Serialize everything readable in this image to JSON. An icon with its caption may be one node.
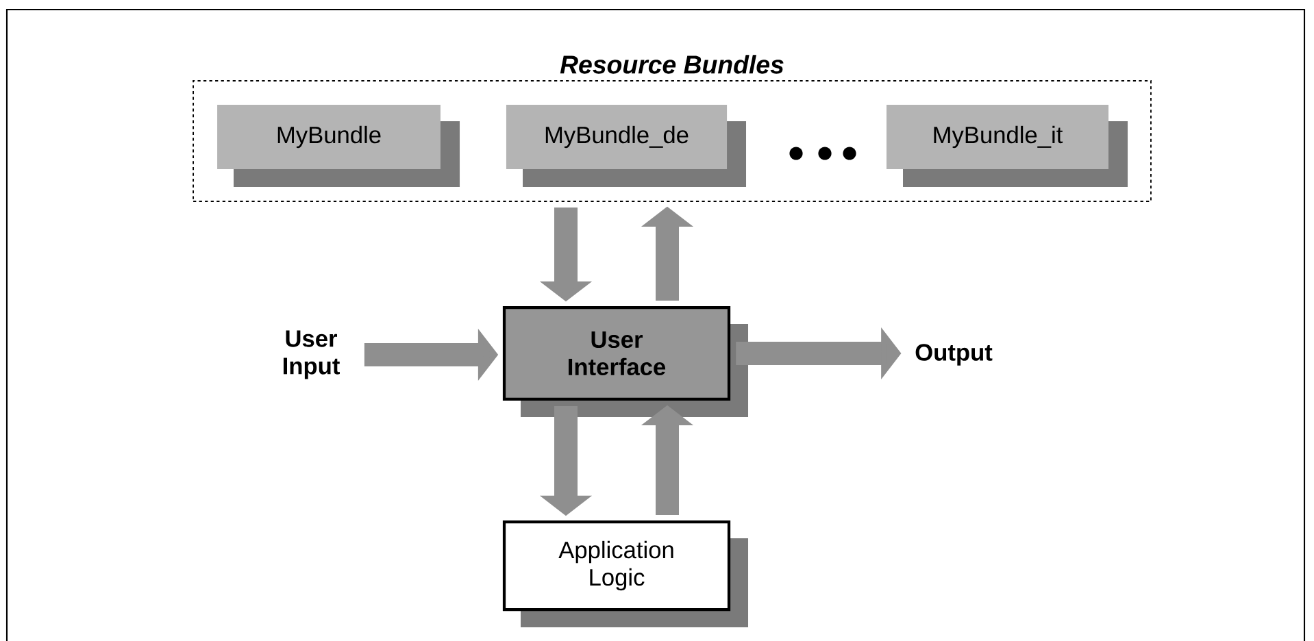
{
  "diagram": {
    "nodes": [
      {
        "text": [
          "Resource Bundles"
        ]
      },
      {
        "text": [
          "MyBundle"
        ],
        "in": 0
      },
      {
        "text": [
          "MyBundle_de"
        ],
        "in": 0
      },
      {
        "text": [
          "MyBundle_it"
        ],
        "in": 0
      },
      {
        "text": [
          "User Interface"
        ]
      },
      {
        "text": [
          "Application Logic"
        ]
      },
      {
        "text": [
          "User Input"
        ]
      },
      {
        "text": [
          "Output"
        ]
      }
    ],
    "edges": [
      {
        "from": 0,
        "to": 4,
        "arrow": "to"
      },
      {
        "from": 4,
        "to": 0,
        "arrow": "to"
      },
      {
        "from": 6,
        "to": 4,
        "arrow": "to"
      },
      {
        "from": 4,
        "to": 7,
        "arrow": "to"
      },
      {
        "from": 4,
        "to": 5,
        "arrow": "to"
      },
      {
        "from": 5,
        "to": 4,
        "arrow": "to"
      }
    ]
  }
}
